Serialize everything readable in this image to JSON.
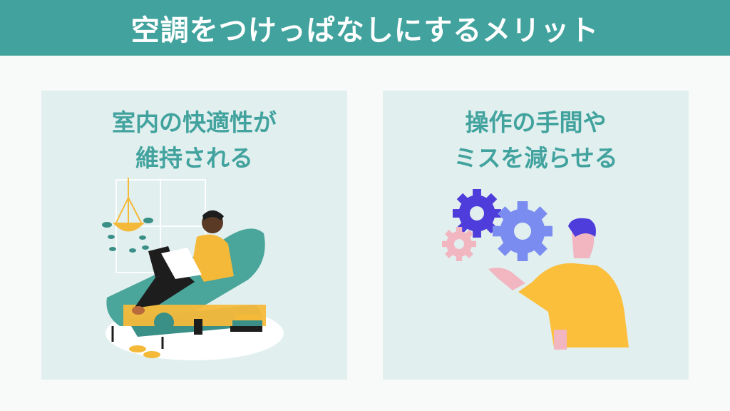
{
  "header": {
    "title": "空調をつけっぱなしにするメリット"
  },
  "cards": [
    {
      "line1": "室内の快適性が",
      "line2": "維持される"
    },
    {
      "line1": "操作の手間や",
      "line2": "ミスを減らせる"
    }
  ],
  "colors": {
    "banner": "#42a39e",
    "card": "#e1efef",
    "title_text": "#42a39e",
    "sofa": "#4aa59a",
    "hoodie": "#f5b93a",
    "gear_purple": "#4f3ddb",
    "gear_blue": "#7b8cf0",
    "gear_pink": "#f2b6c0",
    "shirt": "#fbbf3c"
  },
  "icons": [
    "relaxing-person-illustration",
    "gears-person-illustration"
  ]
}
